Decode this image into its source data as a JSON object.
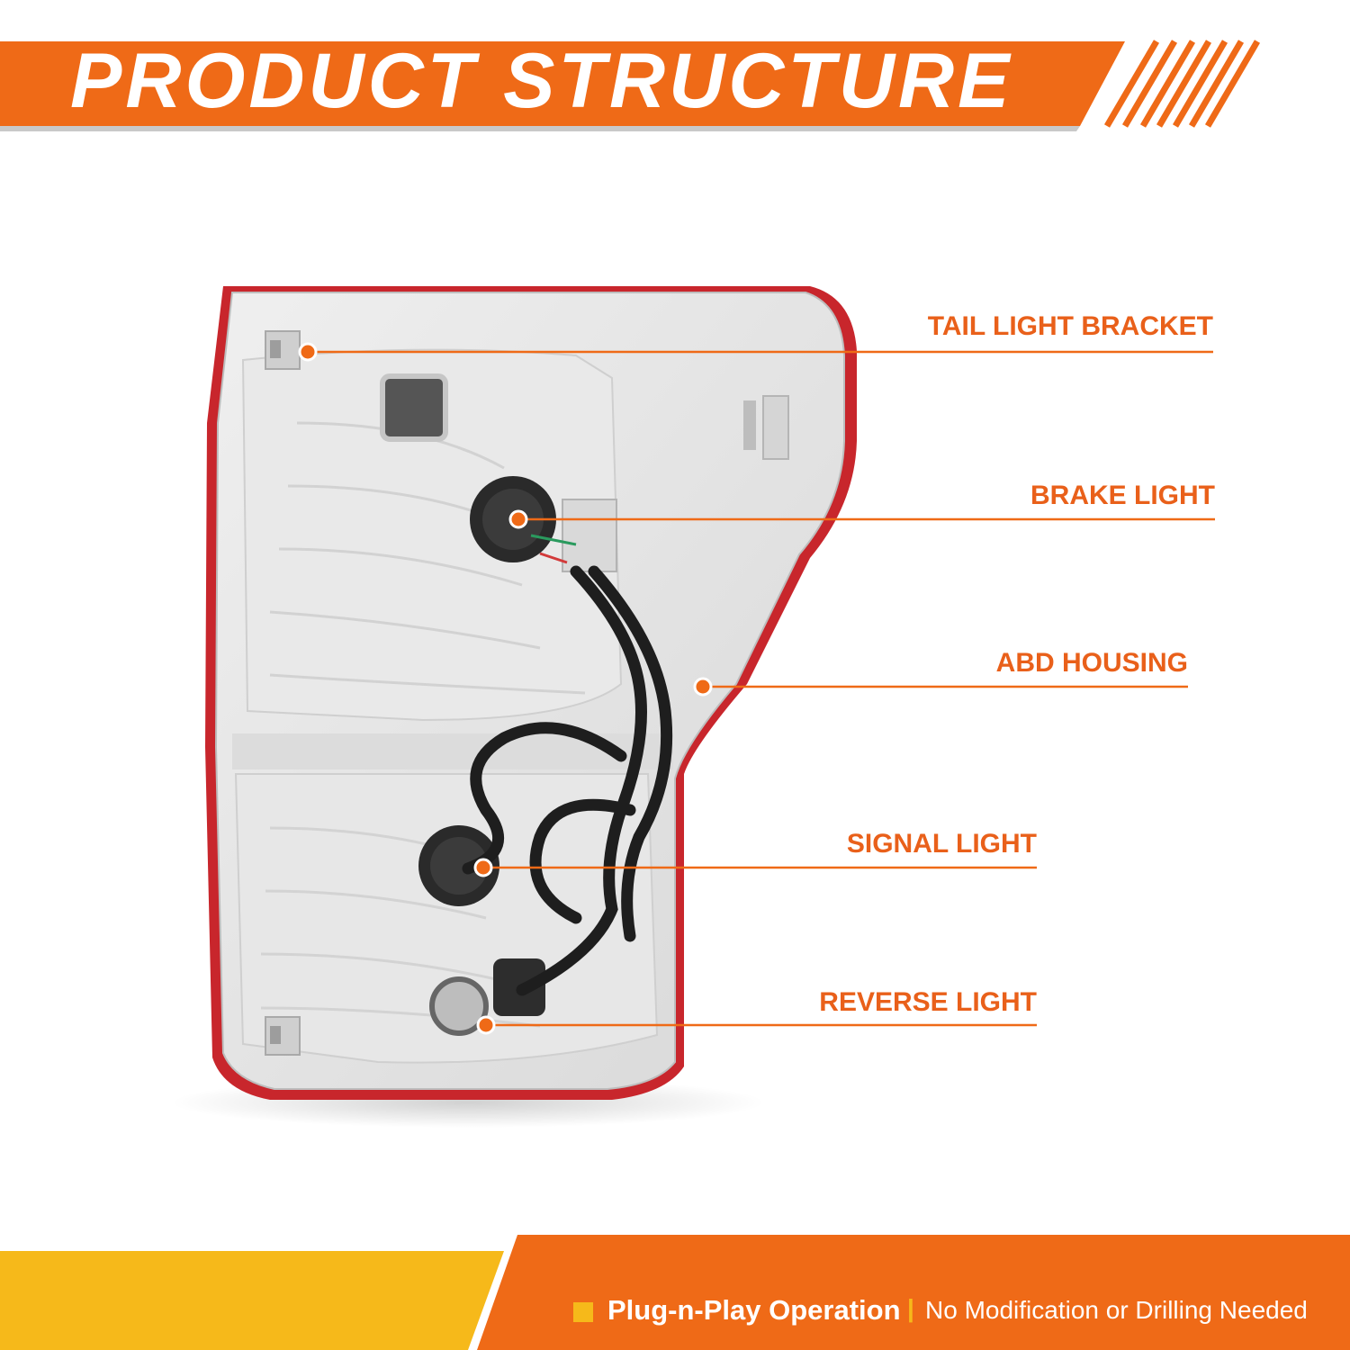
{
  "header": {
    "title": "PRODUCT STRUCTURE",
    "bar_color": "#ef6a17",
    "accent_color": "#f6a01a"
  },
  "callouts": [
    {
      "id": "bracket",
      "label": "TAIL LIGHT BRACKET"
    },
    {
      "id": "brake",
      "label": "BRAKE LIGHT"
    },
    {
      "id": "housing",
      "label": "ABD HOUSING"
    },
    {
      "id": "signal",
      "label": "SIGNAL LIGHT"
    },
    {
      "id": "reverse",
      "label": "REVERSE LIGHT"
    }
  ],
  "footer": {
    "main": "Plug-n-Play Operation",
    "separator": "|",
    "sub": "No Modification or Drilling Needed",
    "bar_color": "#ef6a17",
    "accent_color": "#f6b91a"
  },
  "product": {
    "icon": "tail-light-assembly-icon",
    "lens_color": "#c8262c",
    "housing_color": "#e4e4e4"
  }
}
